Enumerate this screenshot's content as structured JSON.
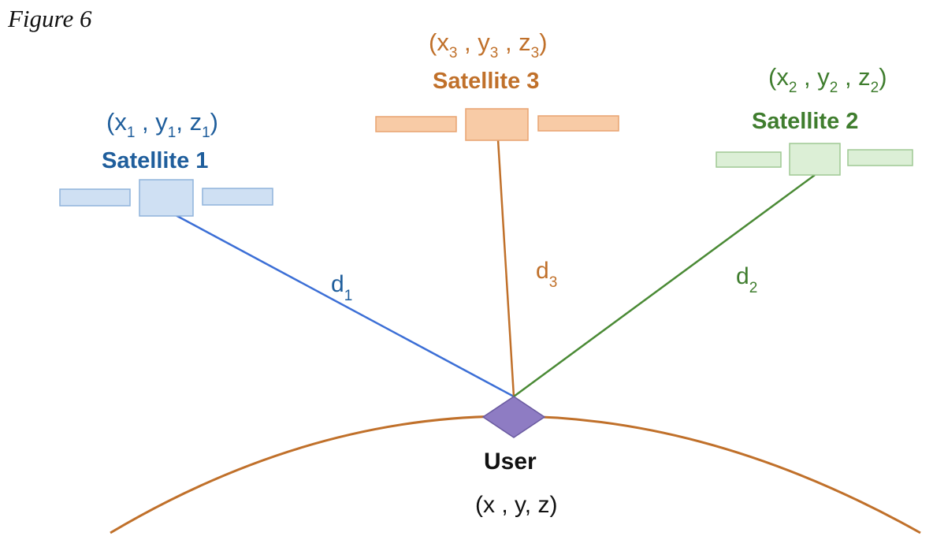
{
  "figure": {
    "caption": "Figure 6"
  },
  "colors": {
    "sat1": "#1f5e9c",
    "sat1_line": "#3c6fd6",
    "sat1_fill": "#cfe0f3",
    "sat1_stroke": "#8fb3db",
    "sat2": "#3f7d2e",
    "sat2_line": "#4a8a35",
    "sat2_fill": "#dcefd6",
    "sat2_stroke": "#9fc993",
    "sat3": "#c0702a",
    "sat3_line": "#c0702a",
    "sat3_fill": "#f8cba6",
    "sat3_stroke": "#e8a371",
    "earth": "#c0702a",
    "user_fill": "#8e7cc3",
    "user_stroke": "#6a5aa0"
  },
  "satellite1": {
    "name": "Satellite 1",
    "coords": {
      "x": "x",
      "x_sub": "1",
      "y": "y",
      "y_sub": "1",
      "z": "z",
      "z_sub": "1"
    },
    "distance": {
      "symbol": "d",
      "sub": "1"
    }
  },
  "satellite2": {
    "name": "Satellite 2",
    "coords": {
      "x": "x",
      "x_sub": "2",
      "y": "y",
      "y_sub": "2",
      "z": "z",
      "z_sub": "2"
    },
    "distance": {
      "symbol": "d",
      "sub": "2"
    }
  },
  "satellite3": {
    "name": "Satellite 3",
    "coords": {
      "x": "x",
      "x_sub": "3",
      "y": "y",
      "y_sub": "3",
      "z": "z",
      "z_sub": "3"
    },
    "distance": {
      "symbol": "d",
      "sub": "3"
    }
  },
  "user": {
    "name": "User",
    "coords": "(x , y, z)"
  }
}
